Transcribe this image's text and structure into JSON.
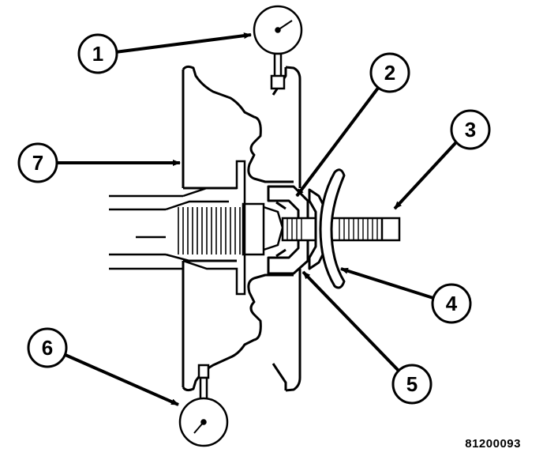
{
  "figure_id": "81200093",
  "callouts": [
    {
      "label": "1",
      "part": "dial-indicator-top"
    },
    {
      "label": "2",
      "part": "cone"
    },
    {
      "label": "3",
      "part": "threaded-shaft"
    },
    {
      "label": "4",
      "part": "mounting-plate"
    },
    {
      "label": "5",
      "part": "cone-adapter"
    },
    {
      "label": "6",
      "part": "dial-indicator-bottom"
    },
    {
      "label": "7",
      "part": "wheel-rim"
    }
  ],
  "colors": {
    "ink": "#000000",
    "paper": "#ffffff"
  }
}
